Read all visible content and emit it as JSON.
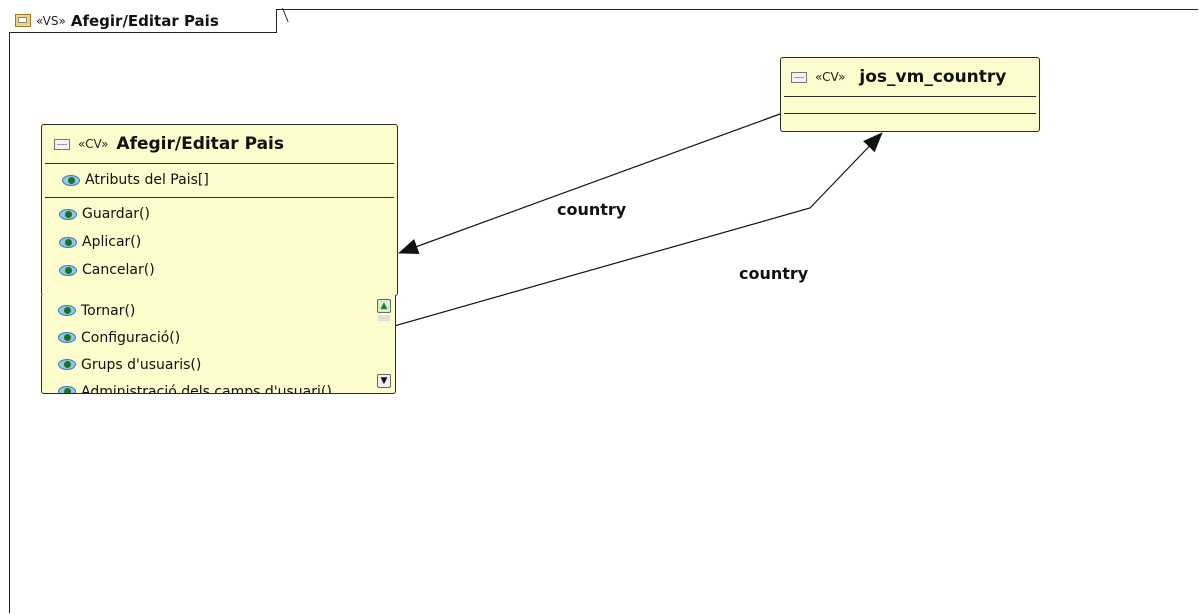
{
  "frame": {
    "stereotype": "«VS»",
    "title": "Afegir/Editar Pais"
  },
  "classes": {
    "pais": {
      "stereotype": "«CV»",
      "name": "Afegir/Editar Pais",
      "attributes": [
        "Atributs del Pais[]"
      ],
      "operations": [
        "Guardar()",
        "Aplicar()",
        "Cancelar()"
      ],
      "extra_list": [
        "Tornar()",
        "Configuració()",
        "Grups d'usuaris()",
        "Administració dels camps d'usuari()"
      ]
    },
    "country": {
      "stereotype": "«CV»",
      "name": "jos_vm_country"
    }
  },
  "connectors": [
    {
      "label": "country",
      "from": "jos_vm_country",
      "to": "Afegir/Editar Pais"
    },
    {
      "label": "country",
      "from": "Afegir/Editar Pais",
      "to": "jos_vm_country"
    }
  ],
  "icons": {
    "frame": "folder-diagram-icon",
    "class": "class-icon",
    "member": "eye-icon"
  },
  "colors": {
    "box_fill": "#fcfccc",
    "line": "#111111",
    "background": "#ffffff"
  }
}
